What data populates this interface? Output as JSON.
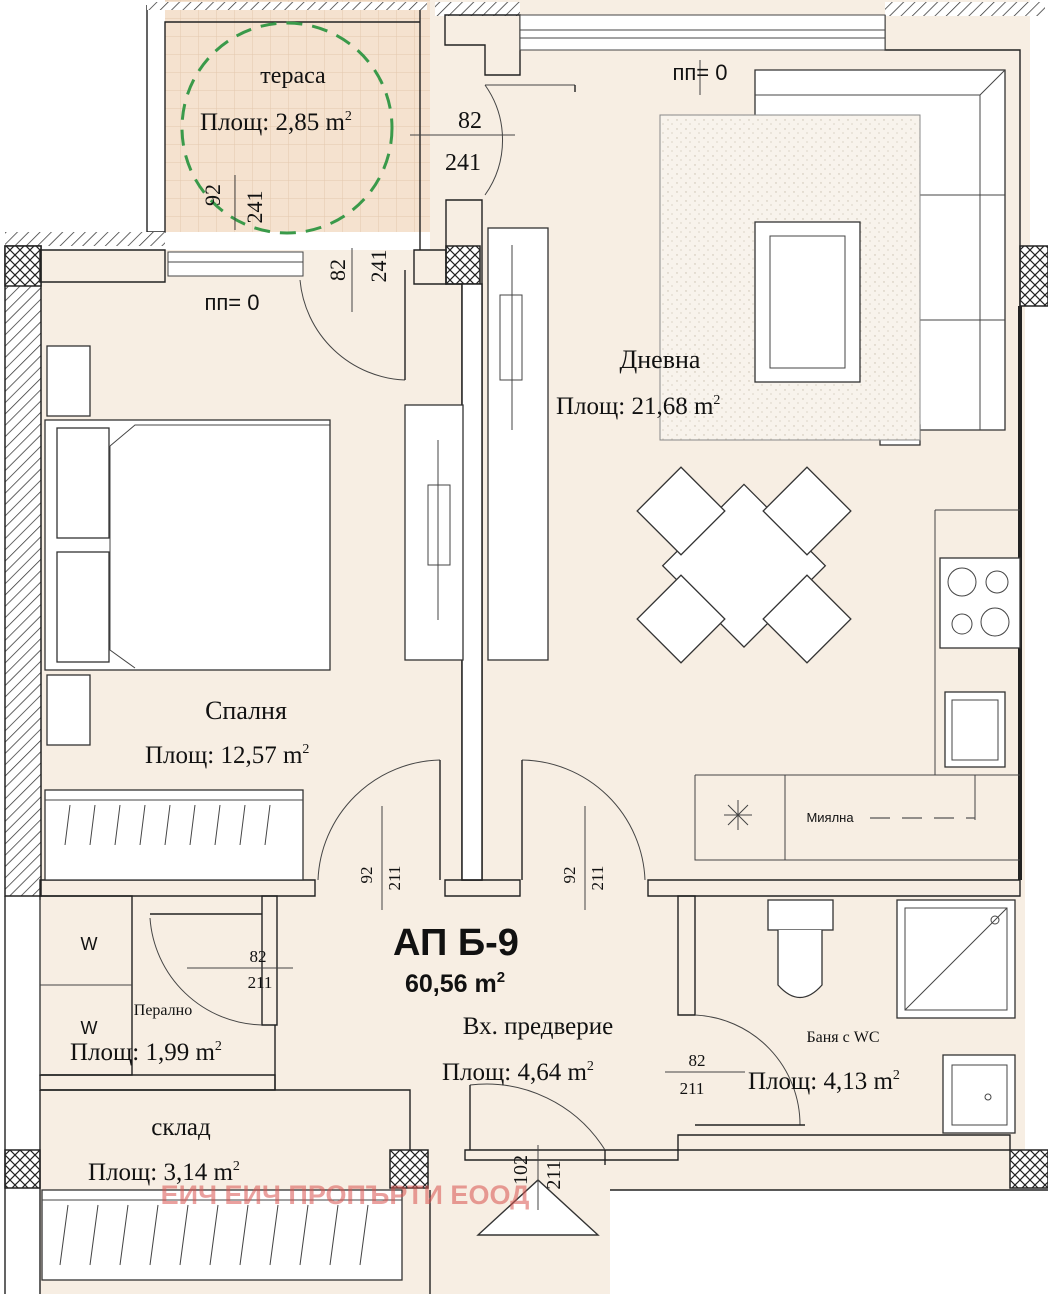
{
  "unit": {
    "code": "АП Б-9",
    "total_area": "60,56 m",
    "area_exponent": "2"
  },
  "rooms": {
    "terrace": {
      "name": "тераса",
      "area": "Площ: 2,85 m",
      "exp": "2"
    },
    "living": {
      "name": "Дневна",
      "area": "Площ: 21,68 m",
      "exp": "2"
    },
    "bedroom": {
      "name": "Спалня",
      "area": "Площ: 12,57 m",
      "exp": "2"
    },
    "laundry": {
      "name": "Перално",
      "area": "Площ: 1,99 m",
      "exp": "2"
    },
    "hall": {
      "name": "Вх. предверие",
      "area": "Площ: 4,64 m",
      "exp": "2"
    },
    "bath": {
      "name": "Баня с WC",
      "area": "Площ: 4,13 m",
      "exp": "2"
    },
    "storage": {
      "name": "склад",
      "area": "Площ: 3,14 m",
      "exp": "2"
    }
  },
  "labels": {
    "sill_top": "пп= 0",
    "sill_bedroom": "пп= 0",
    "sink": "Миялна",
    "washer_1": "W",
    "washer_2": "W",
    "watermark": "ЕИЧ ЕИЧ ПРОПЪРТИ ЕООД"
  },
  "dimensions": {
    "terrace_door_w": "82",
    "terrace_door_h": "241",
    "terrace_win_w": "92",
    "terrace_win_h": "241",
    "bedroom_balcony_w": "82",
    "bedroom_balcony_h": "241",
    "bedroom_door_w": "92",
    "bedroom_door_h": "211",
    "living_door_w": "92",
    "living_door_h": "211",
    "laundry_door_w": "82",
    "laundry_door_h": "211",
    "bath_door_w": "82",
    "bath_door_h": "211",
    "entrance_w": "102",
    "entrance_h": "211"
  },
  "colors": {
    "floor": "#f7eee3",
    "wall": "#1a1a1a",
    "watermark": "#d9534f",
    "circle": "#3a9a4a"
  }
}
